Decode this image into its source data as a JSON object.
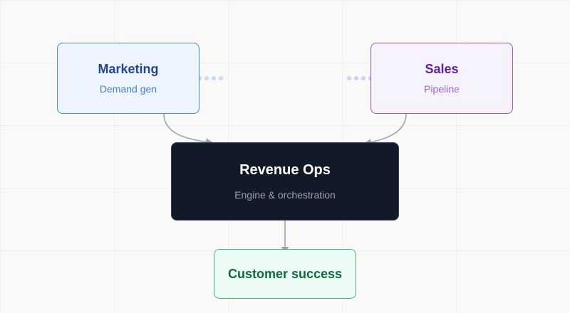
{
  "nodes": {
    "marketing": {
      "title": "Marketing",
      "subtitle": "Demand gen"
    },
    "sales": {
      "title": "Sales",
      "subtitle": "Pipeline"
    },
    "revops": {
      "title": "Revenue Ops",
      "subtitle": "Engine & orchestration"
    },
    "customer_success": {
      "title": "Customer success"
    }
  },
  "edges": [
    {
      "from": "marketing",
      "to": "revops",
      "style": "solid-arrow"
    },
    {
      "from": "sales",
      "to": "revops",
      "style": "solid-arrow"
    },
    {
      "from": "revops",
      "to": "customer_success",
      "style": "solid-arrow"
    },
    {
      "from": "marketing",
      "to": "sales",
      "style": "dotted"
    }
  ],
  "colors": {
    "background": "#f9f9f7",
    "connector": "#94a0b2",
    "marketing_dots": "#c7d7f4",
    "sales_dots": "#d9c9f2"
  }
}
